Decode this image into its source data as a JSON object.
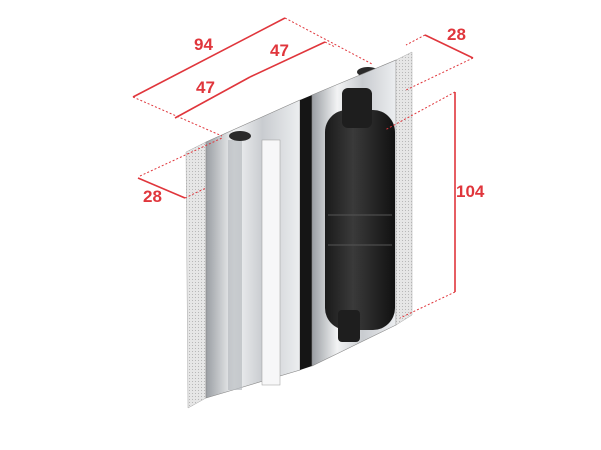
{
  "diagram": {
    "subject": "hinge-profile",
    "accent_color": "#e0363c",
    "dimensions": {
      "total_width": "94",
      "half_width_right": "47",
      "half_width_left": "47",
      "depth_left": "28",
      "depth_right": "28",
      "height": "104"
    }
  }
}
